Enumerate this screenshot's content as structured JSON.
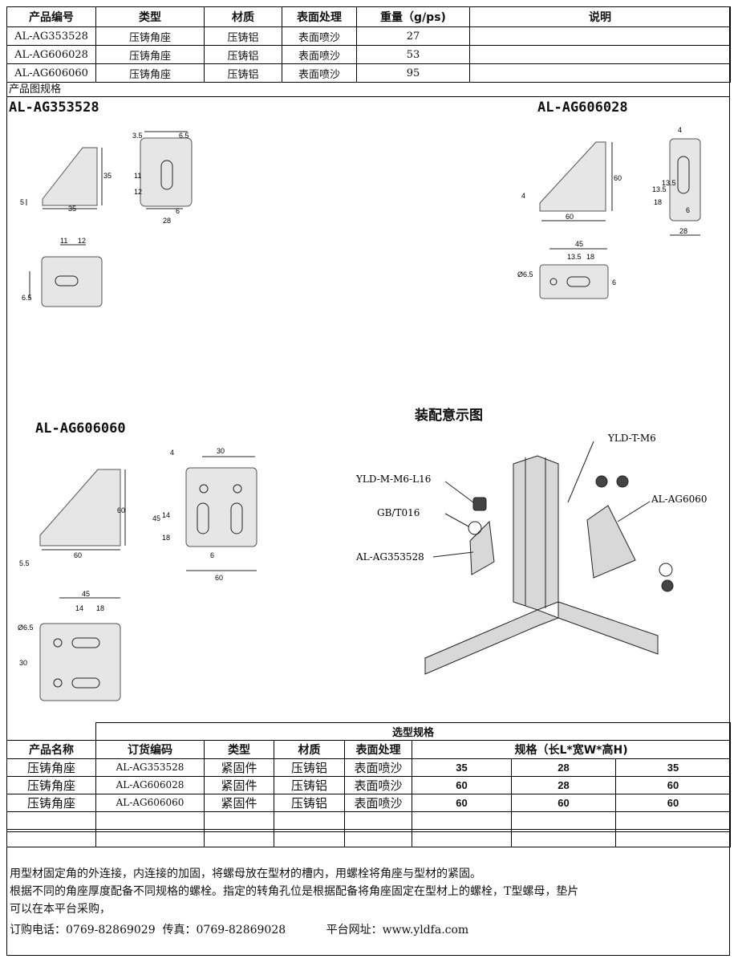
{
  "top_table": {
    "headers": [
      "产品编号",
      "类型",
      "材质",
      "表面处理",
      "重量（g/ps)",
      "说明"
    ],
    "rows": [
      [
        "AL-AG353528",
        "压铸角座",
        "压铸铝",
        "表面喷沙",
        "27",
        ""
      ],
      [
        "AL-AG606028",
        "压铸角座",
        "压铸铝",
        "表面喷沙",
        "53",
        ""
      ],
      [
        "AL-AG606060",
        "压铸角座",
        "压铸铝",
        "表面喷沙",
        "95",
        ""
      ]
    ]
  },
  "drawing_caption": "产品图规格",
  "drawings": {
    "ag353528": {
      "model": "AL-AG353528",
      "dims": [
        "3.5",
        "6.5",
        "35",
        "5",
        "35",
        "11",
        "12",
        "6",
        "28",
        "11",
        "12",
        "6.5"
      ]
    },
    "ag606028": {
      "model": "AL-AG606028",
      "dims": [
        "4",
        "60",
        "4",
        "60",
        "13.5",
        "13.5",
        "18",
        "6",
        "28",
        "45",
        "13.5",
        "18",
        "Ø6.5",
        "6"
      ]
    },
    "ag606060": {
      "model": "AL-AG606060",
      "dims": [
        "60",
        "5.5",
        "60",
        "4",
        "30",
        "45",
        "14",
        "18",
        "6",
        "60",
        "45",
        "14",
        "18",
        "Ø6.5",
        "30"
      ]
    }
  },
  "assembly": {
    "title": "装配意示图",
    "labels": {
      "tnut": "YLD-T-M6",
      "bolt": "YLD-M-M6-L16",
      "washer": "GB/T016",
      "bracket_small": "AL-AG353528",
      "bracket_large": "AL-AG6060"
    }
  },
  "spec_table": {
    "caption": "选型规格",
    "headers": [
      "产品名称",
      "订货编码",
      "类型",
      "材质",
      "表面处理",
      "规格（长L*宽W*高H)"
    ],
    "rows": [
      [
        "压铸角座",
        "AL-AG353528",
        "紧固件",
        "压铸铝",
        "表面喷沙",
        "35",
        "28",
        "35"
      ],
      [
        "压铸角座",
        "AL-AG606028",
        "紧固件",
        "压铸铝",
        "表面喷沙",
        "60",
        "28",
        "60"
      ],
      [
        "压铸角座",
        "AL-AG606060",
        "紧固件",
        "压铸铝",
        "表面喷沙",
        "60",
        "60",
        "60"
      ]
    ]
  },
  "notes": {
    "line1": "用型材固定角的外连接，内连接的加固，将螺母放在型材的槽内，用螺栓将角座与型材的紧固。",
    "line2": "根据不同的角座厚度配备不同规格的螺栓。指定的转角孔位是根据配备将角座固定在型材上的螺栓，T型螺母，垫片",
    "line3": "可以在本平台采购，",
    "contact": "订购电话：0769-82869029  传真：0769-82869028",
    "website": "平台网址：www.yldfa.com"
  }
}
